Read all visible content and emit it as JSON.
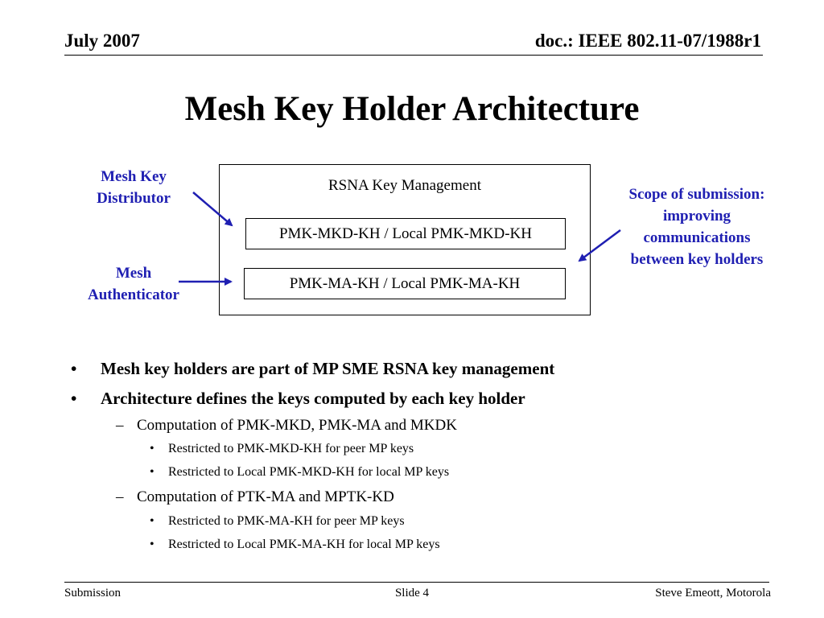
{
  "header": {
    "date": "July 2007",
    "doc_id": "doc.: IEEE 802.11-07/1988r1"
  },
  "title": "Mesh Key Holder Architecture",
  "diagram": {
    "label_color": "#1f1fb2",
    "left_labels": {
      "distributor_line1": "Mesh Key",
      "distributor_line2": "Distributor",
      "authenticator_line1": "Mesh",
      "authenticator_line2": "Authenticator"
    },
    "right_label": {
      "line1": "Scope of submission:",
      "line2": "improving",
      "line3": "communications",
      "line4": "between key holders"
    },
    "container_caption": "RSNA Key Management",
    "boxes": {
      "mkd": "PMK-MKD-KH / Local PMK-MKD-KH",
      "ma": "PMK-MA-KH / Local PMK-MA-KH"
    }
  },
  "bullets": {
    "b1": "Mesh key holders are part of MP SME RSNA key management",
    "b2": "Architecture defines the keys computed by each key holder",
    "b2_1": "Computation of PMK-MKD, PMK-MA and MKDK",
    "b2_1_1": "Restricted to PMK-MKD-KH for peer MP keys",
    "b2_1_2": "Restricted to Local PMK-MKD-KH for local MP keys",
    "b2_2": "Computation of PTK-MA and MPTK-KD",
    "b2_2_1": "Restricted to PMK-MA-KH for peer MP keys",
    "b2_2_2": "Restricted to Local PMK-MA-KH for local MP keys"
  },
  "markers": {
    "level1": "•",
    "level2": "–",
    "level3": "•"
  },
  "footer": {
    "left": "Submission",
    "center": "Slide 4",
    "right": "Steve Emeott, Motorola"
  }
}
